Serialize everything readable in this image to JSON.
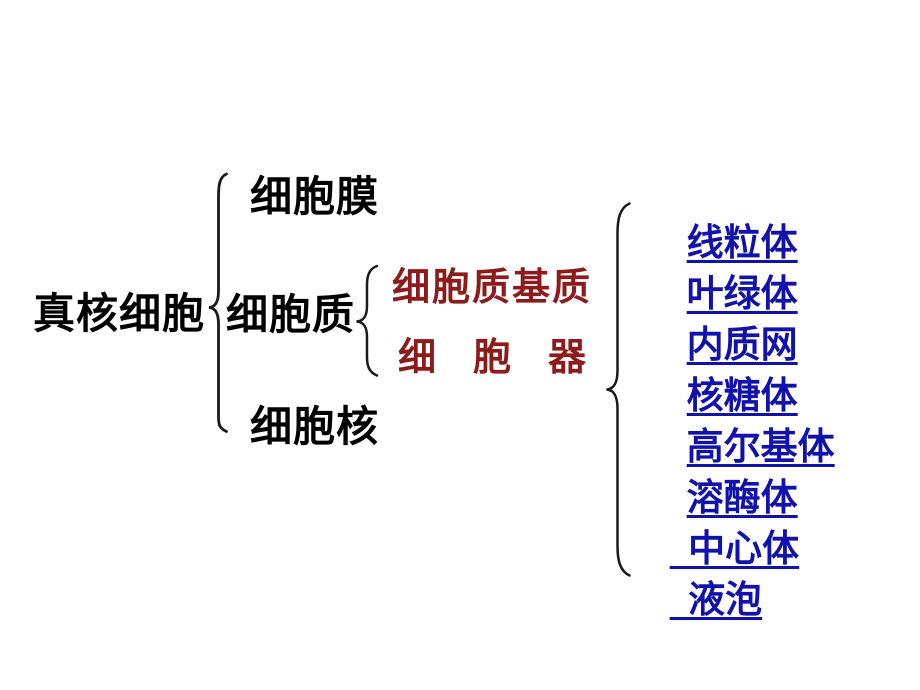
{
  "slide": {
    "background": "#ffffff",
    "root_label": "真核细胞",
    "level1": {
      "membrane": "细胞膜",
      "cytoplasm": "细胞质",
      "nucleus": "细胞核"
    },
    "cytoplasm_parts": {
      "matrix": "细胞质基质",
      "organelle_category": "细胞器"
    },
    "organelles": [
      "线粒体",
      "叶绿体",
      "内质网",
      "核糖体",
      "高尔基体",
      "溶酶体",
      "  中心体",
      "  液泡"
    ],
    "colors": {
      "text_black": "#000000",
      "emphasis_red": "#8e1b1b",
      "link_blue": "#1111ae",
      "brace_stroke": "#1a1a1a"
    }
  }
}
